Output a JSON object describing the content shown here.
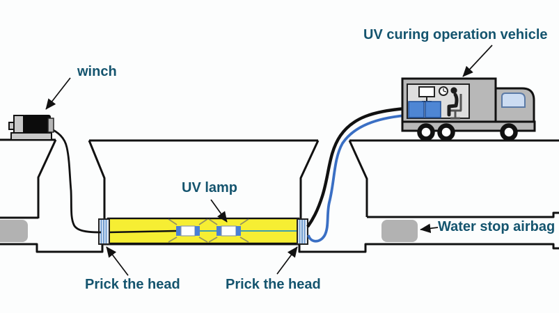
{
  "labels": {
    "winch": "winch",
    "vehicle": "UV curing operation vehicle",
    "uv_lamp": "UV lamp",
    "water_stop_airbag": "Water stop airbag",
    "prick_left": "Prick the head",
    "prick_right": "Prick the head"
  },
  "colors": {
    "label_text": "#14546e",
    "outline_black": "#111111",
    "liner_yellow": "#f6ee33",
    "lamp_cap_blue": "#4a7fd6",
    "inner_line_teal": "#3e9fae",
    "cable_blue": "#3a6fc4",
    "equipment_blue": "#4e86d4",
    "airbag_gray": "#b2b2b2",
    "truck_gray": "#b8b8b8",
    "panel_gray": "#dedede",
    "packer_fill": "#e4edf8",
    "packer_stripe": "#6f9cd0",
    "window_blue": "#ccdcf2"
  }
}
